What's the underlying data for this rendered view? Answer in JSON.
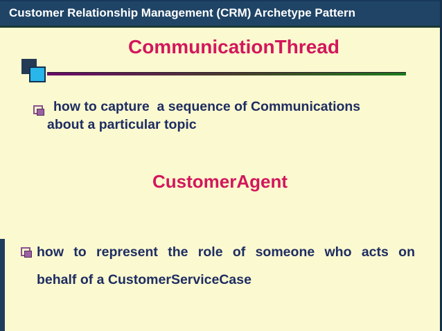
{
  "header": {
    "title": "Customer Relationship Management (CRM) Archetype Pattern"
  },
  "slide": {
    "title": "CommunicationThread",
    "bullet1": {
      "line1": "how to capture  a sequence of Communications",
      "line2": "about a particular topic"
    },
    "subtitle": "CustomerAgent",
    "bullet2": {
      "line1": "how to represent the role of someone who acts on",
      "line2": "behalf of a CustomerServiceCase"
    }
  },
  "colors": {
    "header_bg": "#1F4466",
    "header_text": "#FFFFFF",
    "slide_bg": "#FBF9CF",
    "heading_accent": "#D2175C",
    "body_text": "#1E2D62",
    "square_dark": "#243B55",
    "square_light": "#29B6EA",
    "rule_gradient_start": "#690969",
    "rule_gradient_end": "#1C7A1C",
    "bullet_purple": "#9A62A2",
    "edge_navy": "#1E3C5C"
  }
}
